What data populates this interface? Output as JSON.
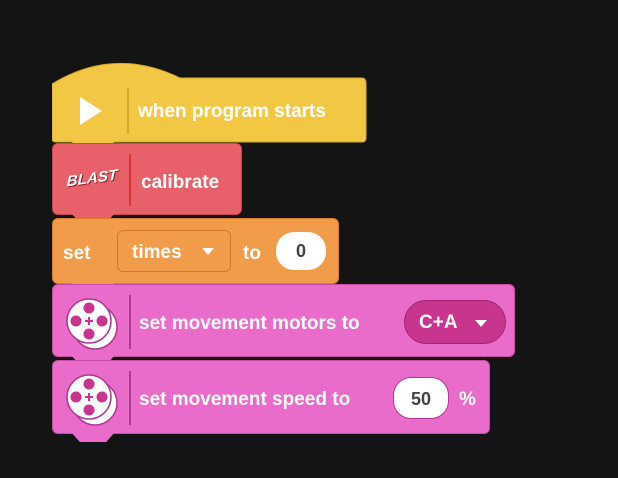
{
  "blocks": {
    "start": {
      "label": "when program starts",
      "icon": "play-icon",
      "color": "#f2c744"
    },
    "calibrate": {
      "label": "calibrate",
      "icon": "blast-logo-icon",
      "logo_text": "BLAST",
      "color": "#e8606a"
    },
    "set_var": {
      "set_label": "set",
      "variable": "times",
      "to_label": "to",
      "value": "0",
      "color": "#f09c4a"
    },
    "motors": {
      "label": "set movement motors to",
      "value": "C+A",
      "icon": "motor-pair-icon",
      "color": "#e96ccb"
    },
    "speed": {
      "label": "set movement speed to",
      "value": "50",
      "unit": "%",
      "icon": "motor-pair-icon",
      "color": "#e96ccb"
    }
  }
}
